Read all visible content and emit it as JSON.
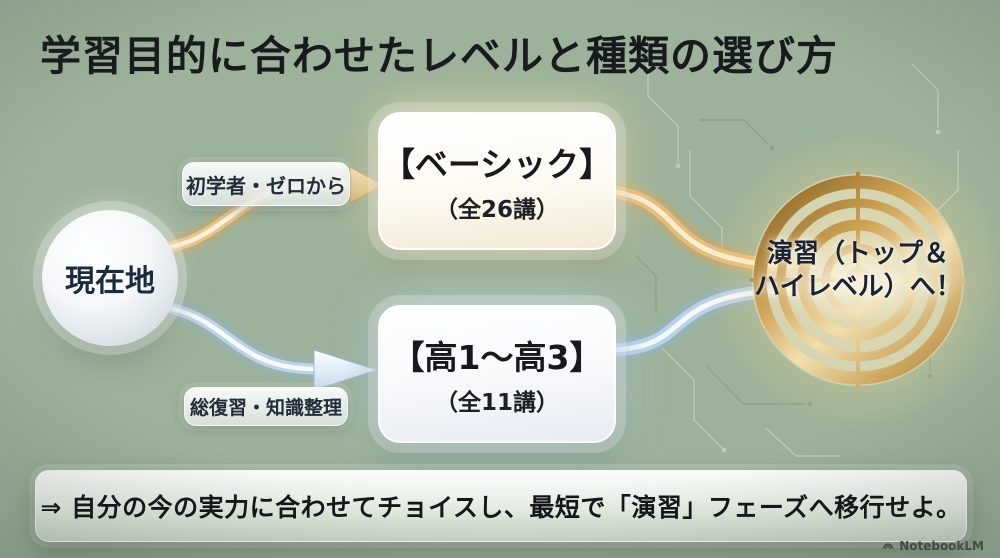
{
  "slide": {
    "title": "学習目的に合わせたレベルと種類の選び方",
    "watermark": "NotebookLM"
  },
  "flow": {
    "start": {
      "label": "現在地"
    },
    "routes": [
      {
        "tag": "初学者・ゼロから",
        "title": "【ベーシック】",
        "subtitle": "（全26講）",
        "path_color": "#d9a85f"
      },
      {
        "tag": "総復習・知識整理",
        "title": "【高1〜高3】",
        "subtitle": "（全11講）",
        "path_color": "#a9c6e2"
      }
    ],
    "goal": {
      "line1": "演習（トップ＆",
      "line2": "ハイレベル）へ！",
      "ring_color": "#c79c4a"
    }
  },
  "footer": {
    "message": "⇒ 自分の今の実力に合わせてチョイスし、最短で「演習」フェーズへ移行せよ。"
  },
  "colors": {
    "background": "#9db29a",
    "title_text": "#181b1e",
    "dark_text": "#1b2232",
    "gold": "#d9a85f",
    "blue": "#a9c6e2"
  },
  "icons": {
    "watermark_icon": "notebooklm-logo"
  }
}
